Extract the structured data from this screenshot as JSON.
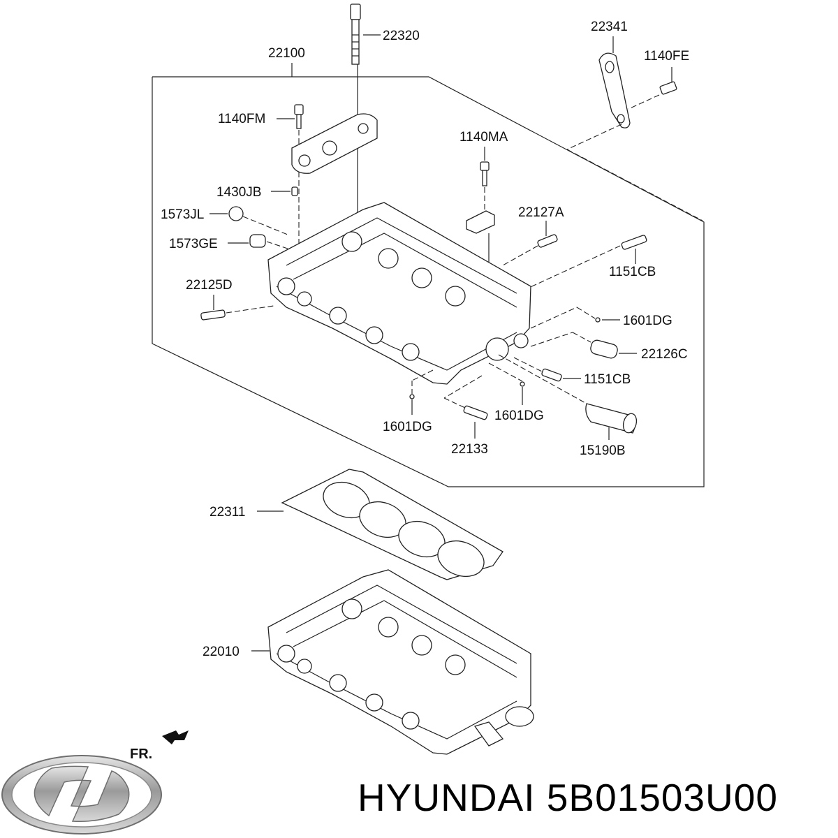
{
  "labels": {
    "p22100": "22100",
    "p22320": "22320",
    "p22341": "22341",
    "p1140FE": "1140FE",
    "p1140FM": "1140FM",
    "p1140MA": "1140MA",
    "p1430JB": "1430JB",
    "p1573JL": "1573JL",
    "p22127A": "22127A",
    "p1573GE": "1573GE",
    "p1151CB_a": "1151CB",
    "p22125D": "22125D",
    "p1601DG_a": "1601DG",
    "p22126C": "22126C",
    "p1151CB_b": "1151CB",
    "p1601DG_b": "1601DG",
    "p1601DG_c": "1601DG",
    "p22133": "22133",
    "p15190B": "15190B",
    "p22311": "22311",
    "p22010": "22010",
    "front": "FR."
  },
  "brand": {
    "text": "HYUNDAI 5B01503U00",
    "logo": "hyundai-logo"
  }
}
